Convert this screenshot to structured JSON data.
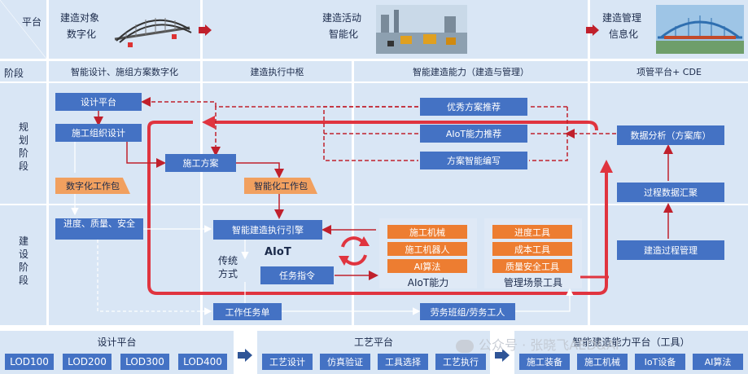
{
  "left_labels": {
    "platform": "平台",
    "stage": "阶段",
    "plan": [
      "规",
      "划",
      "阶",
      "段"
    ],
    "build": [
      "建",
      "设",
      "阶",
      "段"
    ]
  },
  "top": {
    "obj": [
      "建造对象",
      "数字化"
    ],
    "act": [
      "建造活动",
      "智能化"
    ],
    "mgmt": [
      "建造管理",
      "信息化"
    ]
  },
  "columns": [
    "智能设计、施组方案数字化",
    "建造执行中枢",
    "智能建造能力（建造与管理）",
    "项管平台+ CDE"
  ],
  "boxes": {
    "design_platform": "设计平台",
    "construction_design": "施工组织设计",
    "construction_plan": "施工方案",
    "digital_pack": "数字化工作包",
    "smart_pack": "智能化工作包",
    "progress_quality": "进度、质量、安全",
    "engine": "智能建造执行引擎",
    "aiot": "AIoT",
    "task": "任务指令",
    "traditional": [
      "传统",
      "方式"
    ],
    "work_order": "工作任务单",
    "labor": "劳务班组/劳务工人",
    "best_plan": "优秀方案推荐",
    "aiot_rec": "AIoT能力推荐",
    "plan_write": "方案智能编写",
    "data_analysis": "数据分析（方案库）",
    "process_data": "过程数据汇聚",
    "build_mgmt": "建造过程管理"
  },
  "aiot_group": {
    "title": "AIoT能力",
    "items": [
      "施工机械",
      "施工机器人",
      "AI算法"
    ]
  },
  "scene_group": {
    "title": "管理场景工具",
    "items": [
      "进度工具",
      "成本工具",
      "质量安全工具"
    ]
  },
  "bottom": {
    "design": {
      "title": "设计平台",
      "items": [
        "LOD100",
        "LOD200",
        "LOD300",
        "LOD400"
      ]
    },
    "craft": {
      "title": "工艺平台",
      "items": [
        "工艺设计",
        "仿真验证",
        "工具选择",
        "工艺执行"
      ]
    },
    "smart": {
      "title": "智能建造能力平台（工具）",
      "items": [
        "施工装备",
        "施工机械",
        "IoT设备",
        "AI算法"
      ]
    }
  },
  "watermark": "公众号 · 张晓飞AED&AI",
  "colors": {
    "band": "#d9e6f5",
    "blue": "#4472c4",
    "orange": "#ed7d31",
    "red": "#e0343f"
  }
}
